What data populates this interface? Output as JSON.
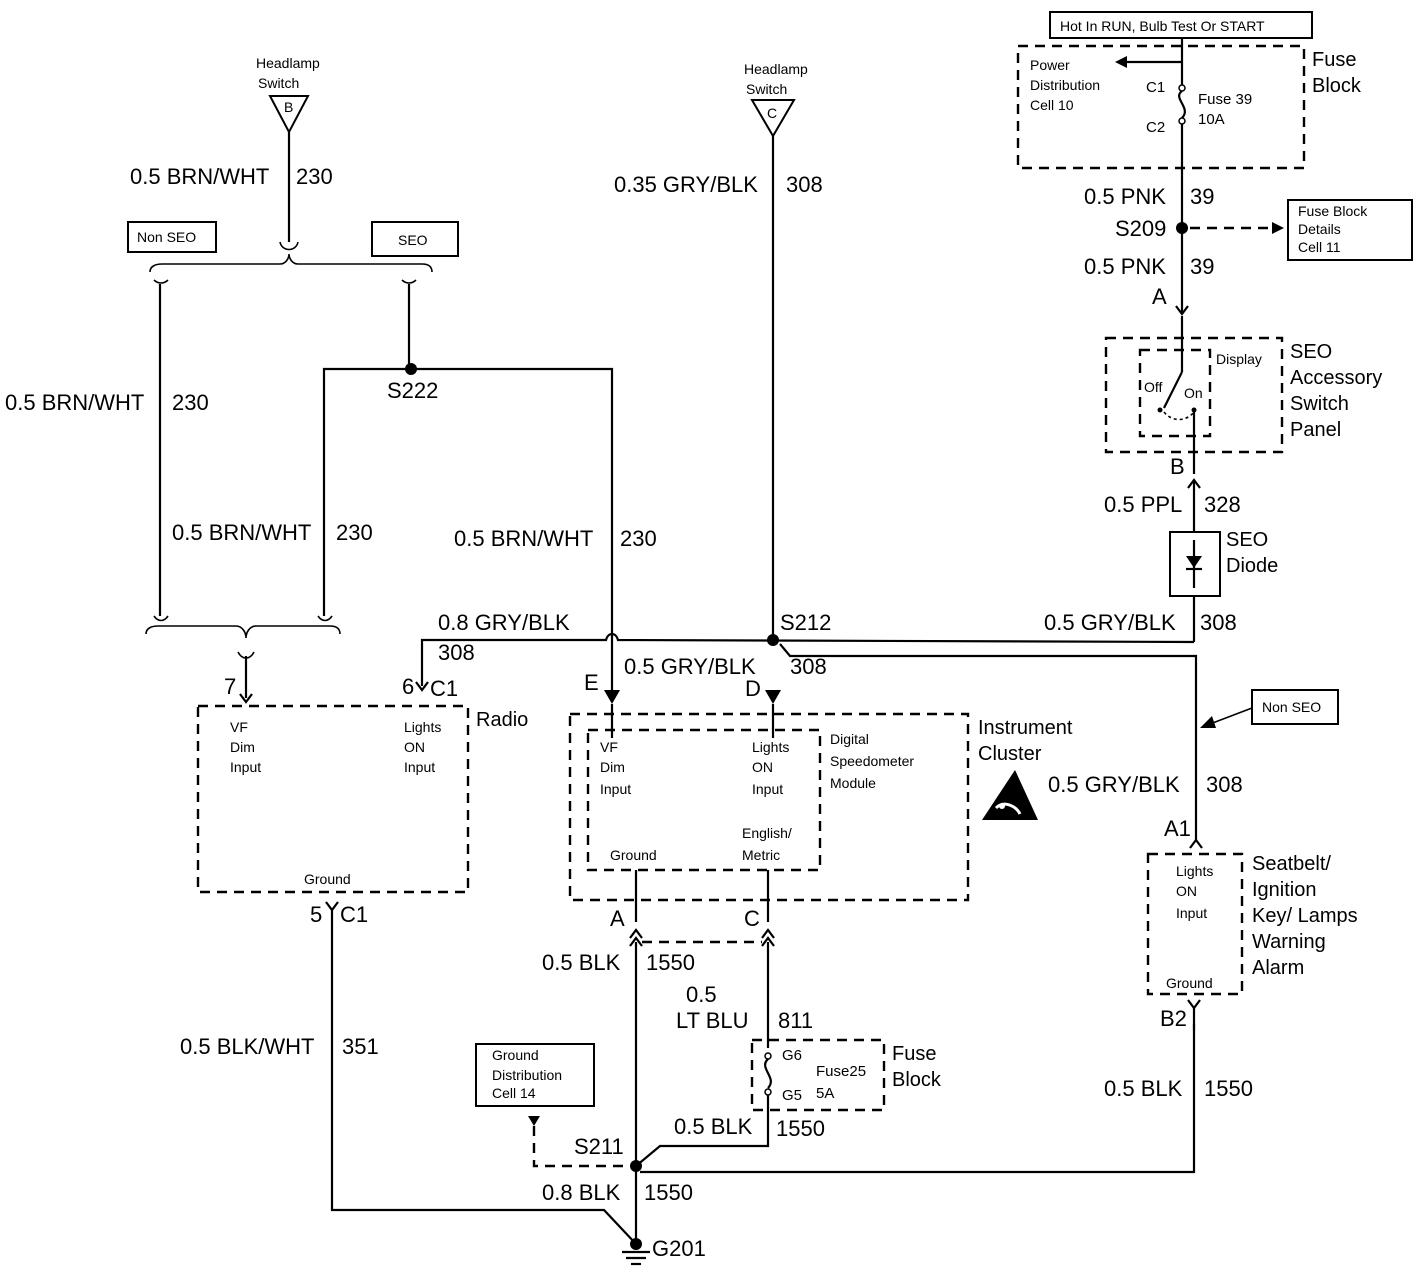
{
  "title_box": "Hot In RUN, Bulb Test Or START",
  "fuse_block_top": {
    "label": "Fuse Block",
    "pdc": [
      "Power",
      "Distribution",
      "Cell 10"
    ],
    "c1": "C1",
    "c2": "C2",
    "fuse": "Fuse 39",
    "amps": "10A"
  },
  "headlamp_b": {
    "label": [
      "Headlamp",
      "Switch"
    ],
    "pin": "B"
  },
  "headlamp_c": {
    "label": [
      "Headlamp",
      "Switch"
    ],
    "pin": "C"
  },
  "wires": {
    "brnwht": "0.5 BRN/WHT",
    "c230": "230",
    "gryblk035": "0.35 GRY/BLK",
    "c308": "308",
    "pnk": "0.5 PNK",
    "c39": "39",
    "ppl": "0.5 PPL",
    "c328": "328",
    "gryblk05": "0.5 GRY/BLK",
    "gryblk08": "0.8 GRY/BLK",
    "blk05": "0.5 BLK",
    "c1550": "1550",
    "blk08": "0.8 BLK",
    "blkwht": "0.5 BLK/WHT",
    "c351": "351",
    "ltblu_a": "0.5",
    "ltblu_b": "LT BLU",
    "c811": "811"
  },
  "splices": {
    "s209": "S209",
    "s222": "S222",
    "s212": "S212",
    "s211": "S211",
    "g201": "G201"
  },
  "tags": {
    "non_seo": "Non SEO",
    "seo": "SEO"
  },
  "fuse_block_details": [
    "Fuse Block",
    "Details",
    "Cell 11"
  ],
  "ground_dist": [
    "Ground",
    "Distribution",
    "Cell 14"
  ],
  "seo_panel": {
    "label": [
      "SEO",
      "Accessory",
      "Switch",
      "Panel"
    ],
    "display": "Display",
    "off": "Off",
    "on": "On",
    "pin_a": "A",
    "pin_b": "B"
  },
  "seo_diode": [
    "SEO",
    "Diode"
  ],
  "radio": {
    "label": "Radio",
    "vf": [
      "VF",
      "Dim",
      "Input"
    ],
    "lights": [
      "Lights",
      "ON",
      "Input"
    ],
    "ground": "Ground",
    "pin7": "7",
    "pin6": "6",
    "c1": "C1",
    "pin5": "5"
  },
  "cluster": {
    "label": [
      "Instrument",
      "Cluster"
    ],
    "dsm": [
      "Digital",
      "Speedometer",
      "Module"
    ],
    "vf": [
      "VF",
      "Dim",
      "Input"
    ],
    "lights": [
      "Lights",
      "ON",
      "Input"
    ],
    "ground": "Ground",
    "eng": [
      "English/",
      "Metric"
    ],
    "pin_e": "E",
    "pin_d": "D",
    "pin_a": "A",
    "pin_c": "C"
  },
  "fuse_block_bottom": {
    "label": [
      "Fuse",
      "Block"
    ],
    "g6": "G6",
    "g5": "G5",
    "fuse": "Fuse25",
    "amps": "5A"
  },
  "seatbelt": {
    "label": [
      "Seatbelt/",
      "Ignition",
      "Key/ Lamps",
      "Warning",
      "Alarm"
    ],
    "lights": [
      "Lights",
      "ON",
      "Input"
    ],
    "ground": "Ground",
    "pin_a1": "A1",
    "pin_b2": "B2"
  }
}
